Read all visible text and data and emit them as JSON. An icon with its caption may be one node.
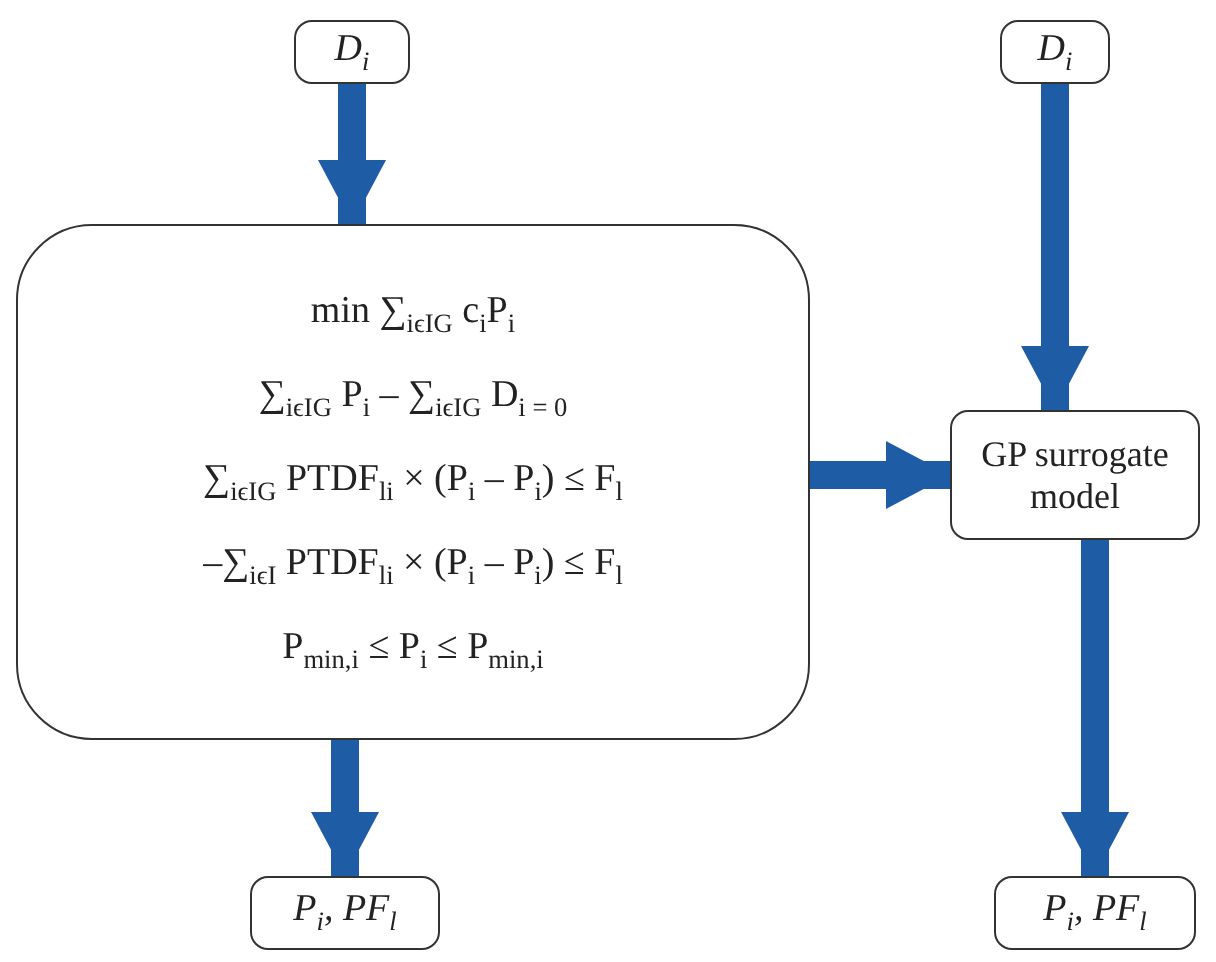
{
  "diagram": {
    "nodes": [
      {
        "text": [
          "D$_{i}$"
        ]
      },
      {
        "text": [
          "min ∑$_{iϵI}$$_{G}$ c$_{i}$P$_{i}$",
          "∑$_{iϵI}$$_{G}$ P$_{i}$ – ∑$_{iϵI}$$_{G}$ D$_{i = 0}$",
          "∑$_{iϵI}$$_{G}$ PTDF$_{li}$ × (P$_{i}$ – P$_{i}$) ≤ F$_{l}$",
          "–∑$_{iϵI}$ PTDF$_{li}$ × (P$_{i}$ – P$_{i}$) ≤ F$_{l}$",
          "P$_{min,i}$ ≤ P$_{i}$ ≤ P$_{min,i}$"
        ]
      },
      {
        "text": [
          "P$_{i}$, PF$_{l}$"
        ]
      },
      {
        "text": [
          "D$_{i}$"
        ]
      },
      {
        "text": [
          "GP surrogate model"
        ]
      },
      {
        "text": [
          "P$_{i}$, PF$_{l}$"
        ]
      }
    ],
    "edges": [
      {
        "from": 0,
        "to": 1,
        "arrow": "to"
      },
      {
        "from": 1,
        "to": 2,
        "arrow": "to"
      },
      {
        "from": 1,
        "to": 4,
        "arrow": "to"
      },
      {
        "from": 3,
        "to": 4,
        "arrow": "to"
      },
      {
        "from": 4,
        "to": 5,
        "arrow": "to"
      }
    ]
  }
}
